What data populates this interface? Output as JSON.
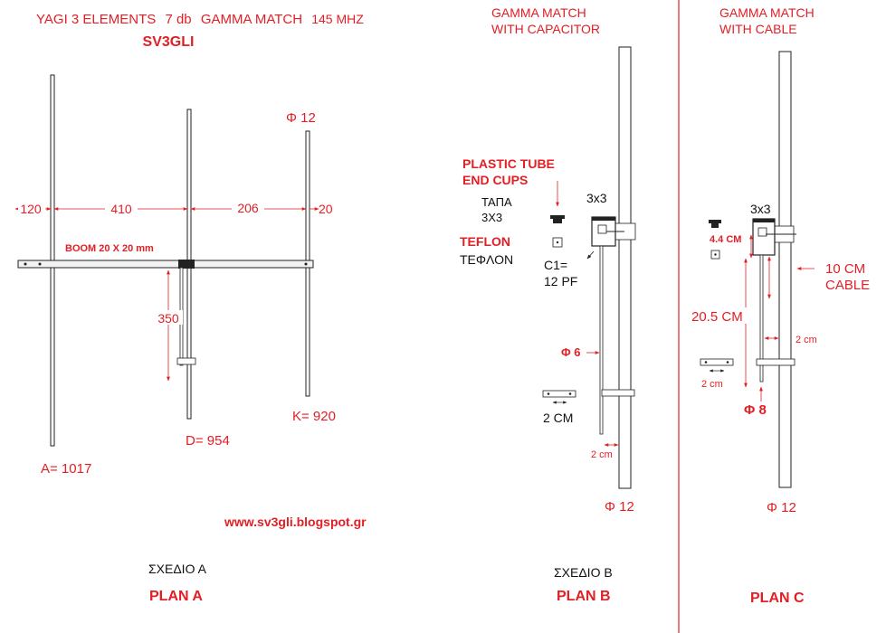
{
  "colors": {
    "accent": "#e31e24",
    "line": "#222222",
    "background": "#ffffff"
  },
  "plan_a": {
    "title_main": "YAGI 3 ELEMENTS",
    "title_db": "7 db",
    "title_gamma": "GAMMA MATCH",
    "title_freq": "145 MHZ",
    "author": "SV3GLI",
    "diameter": "Φ 12",
    "dim_120": "120",
    "dim_410": "410",
    "dim_206": "206",
    "dim_20": "20",
    "boom": "BOOM 20 X 20 mm",
    "dim_350": "350",
    "len_d": "D= 954",
    "len_k": "K= 920",
    "len_a": "A= 1017",
    "website": "www.sv3gli.blogspot.gr",
    "greek_label": "ΣΧΕΔΙΟ Α",
    "plan_label": "PLAN A"
  },
  "plan_b": {
    "title_line1": "GAMMA MATCH",
    "title_line2": "WITH  CAPACITOR",
    "plastic_line1": "PLASTIC TUBE",
    "plastic_line2": "END CUPS",
    "greek_cap1": "ΤΑΠΑ",
    "greek_cap2": "3Χ3",
    "box_size": "3x3",
    "teflon": "TEFLON",
    "greek_teflon": "ΤΕΦΛΟΝ",
    "cap_line1": "C1=",
    "cap_line2": "12 PF",
    "diameter_6": "Φ 6",
    "bracket_label": "2 CM",
    "spacing_label": "2 cm",
    "diameter_12": "Φ 12",
    "greek_label": "ΣΧΕΔΙΟ Β",
    "plan_label": "PLAN B"
  },
  "plan_c": {
    "title_line1": "GAMMA MATCH",
    "title_line2": "WITH CABLE",
    "box_size": "3x3",
    "dim_44": "4.4 CM",
    "cable_line1": "10 CM",
    "cable_line2": "CABLE",
    "dim_205": "20.5 CM",
    "spacing_right": "2 cm",
    "bracket_label": "2 cm",
    "diameter_8": "Φ 8",
    "diameter_12": "Φ 12",
    "plan_label": "PLAN C"
  }
}
